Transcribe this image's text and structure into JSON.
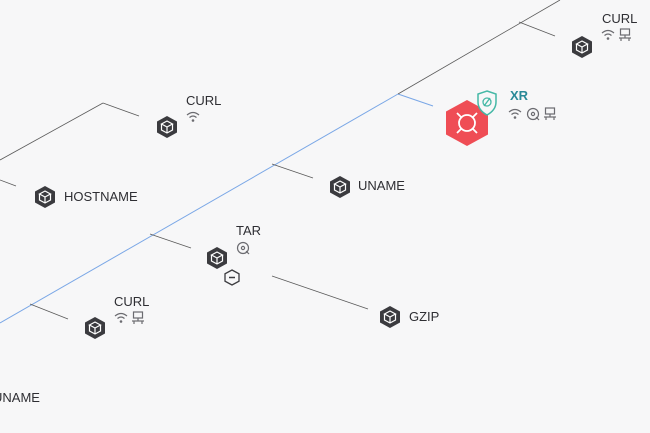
{
  "nodes": {
    "curl_top_right": {
      "label": "CURL"
    },
    "curl_upper": {
      "label": "CURL"
    },
    "xr": {
      "label": "XR"
    },
    "hostname": {
      "label": "HOSTNAME"
    },
    "uname_mid": {
      "label": "UNAME"
    },
    "tar": {
      "label": "TAR"
    },
    "curl_lower": {
      "label": "CURL"
    },
    "gzip": {
      "label": "GZIP"
    },
    "uname_bottom": {
      "label": "UNAME"
    }
  },
  "colors": {
    "edge": "#5a5a5a",
    "spine": "#7aa7e6",
    "cube": "#3b3b3f",
    "alert": "#ef4d55",
    "shield": "#45b8a6",
    "xr_label": "#2a8a98",
    "icon": "#6b6b70"
  },
  "icons": [
    "cube-icon",
    "wifi-icon",
    "network-icon",
    "disc-icon",
    "minus-hex-icon",
    "target-icon",
    "shield-icon"
  ]
}
